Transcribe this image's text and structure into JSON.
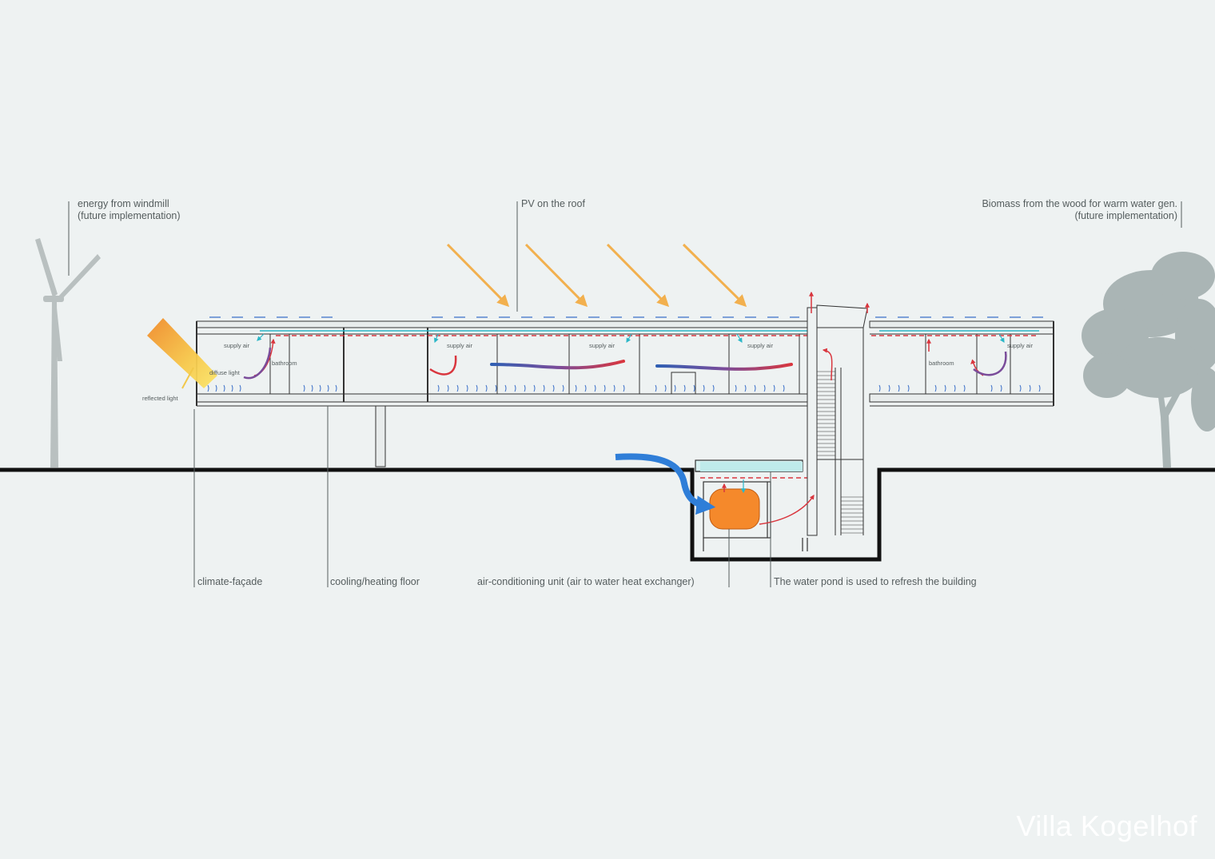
{
  "title": "Villa Kogelhof",
  "labels": {
    "windmill_line1": "energy from windmill",
    "windmill_line2": "(future implementation)",
    "pv": "PV on the roof",
    "biomass_line1": "Biomass from the wood for warm water gen.",
    "biomass_line2": "(future implementation)",
    "climate_facade": "climate-façade",
    "floor": "cooling/heating floor",
    "ac_unit": "air-conditioning unit (air to water heat exchanger)",
    "pond": "The water pond is used to refresh the building"
  },
  "small_labels": {
    "supply_air": "supply air",
    "bathroom": "bathroom",
    "diffuse_light": "diffuse light",
    "reflected_light": "reflected light"
  },
  "colors": {
    "background": "#eef2f2",
    "sun_arrows": "#f2b04e",
    "warm_air": "#d9363e",
    "cool_air": "#2f5fb3",
    "fresh_air": "#2f7ed8",
    "supply_air": "#2bb7c8",
    "heat_exchanger": "#f5892b",
    "pond_water": "#bfeaea",
    "structure": "#333333",
    "ground": "#111111",
    "vegetation": "#aab5b5"
  }
}
